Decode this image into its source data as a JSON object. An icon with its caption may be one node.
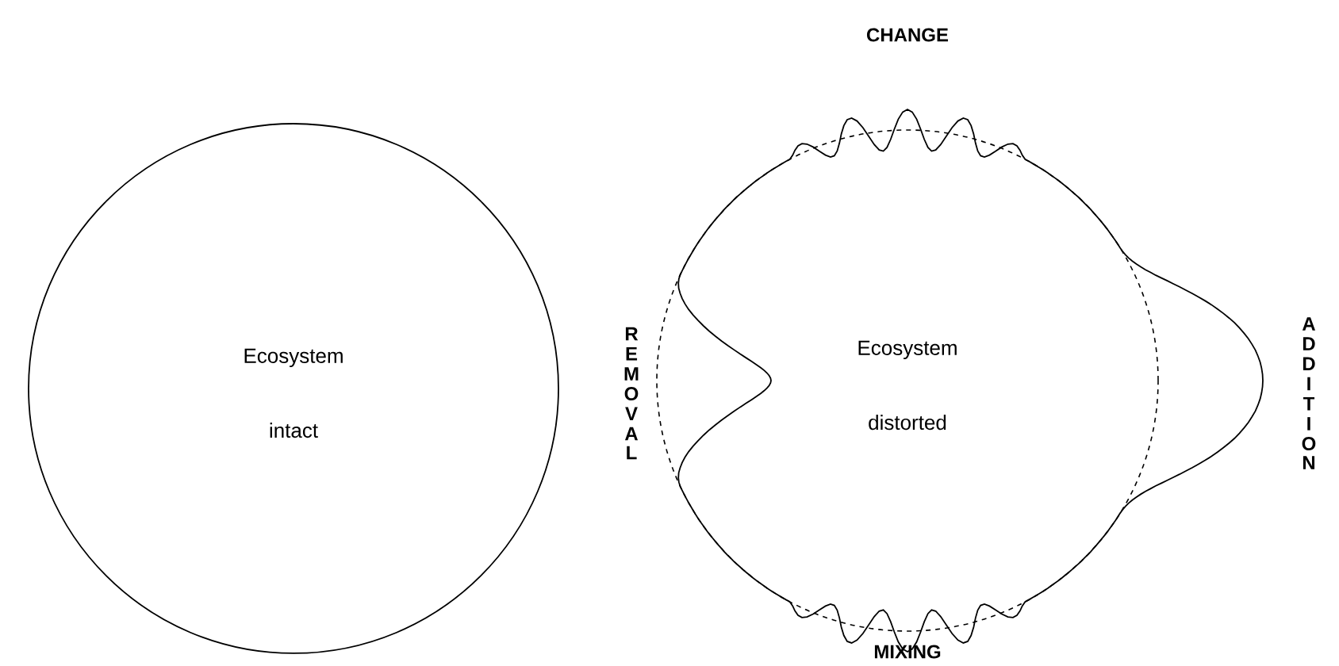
{
  "diagram": {
    "nodes": [
      {
        "text": [
          "Ecosystem",
          "intact"
        ]
      },
      {
        "text": [
          "Ecosystem",
          "distorted"
        ]
      }
    ],
    "labels": [
      "CHANGE",
      "REMOVAL",
      "ADDITION",
      "MIXING"
    ]
  }
}
